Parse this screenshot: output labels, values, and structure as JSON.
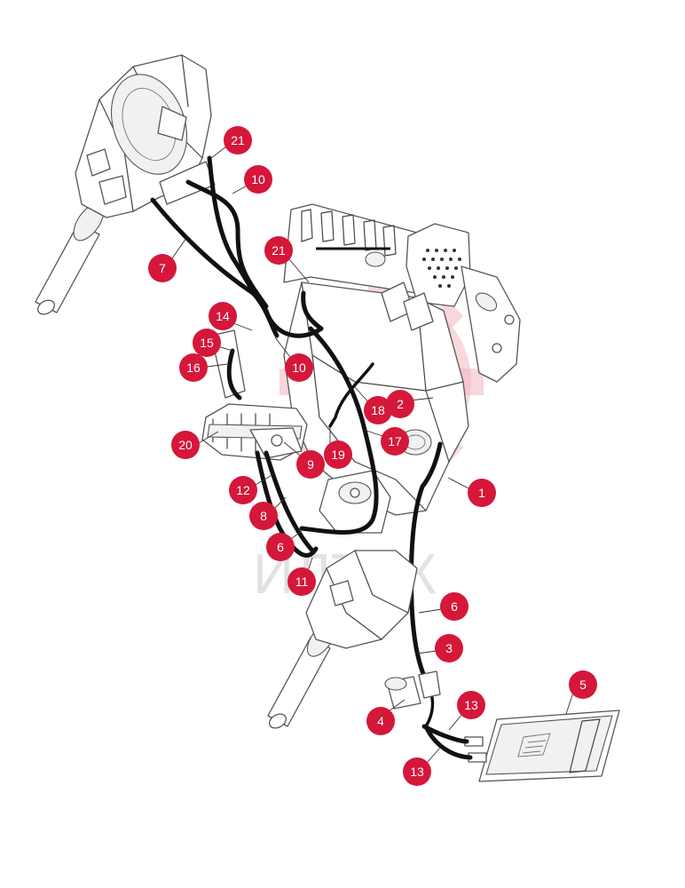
{
  "watermark": {
    "text": "ИЛТЕК",
    "color": "#d5173a"
  },
  "callout_color": "#d5173a",
  "callouts": [
    {
      "label": "21"
    },
    {
      "label": "10"
    },
    {
      "label": "7"
    },
    {
      "label": "21"
    },
    {
      "label": "14"
    },
    {
      "label": "15"
    },
    {
      "label": "16"
    },
    {
      "label": "10"
    },
    {
      "label": "2"
    },
    {
      "label": "18"
    },
    {
      "label": "20"
    },
    {
      "label": "17"
    },
    {
      "label": "9"
    },
    {
      "label": "19"
    },
    {
      "label": "1"
    },
    {
      "label": "12"
    },
    {
      "label": "8"
    },
    {
      "label": "6"
    },
    {
      "label": "11"
    },
    {
      "label": "6"
    },
    {
      "label": "3"
    },
    {
      "label": "5"
    },
    {
      "label": "13"
    },
    {
      "label": "4"
    },
    {
      "label": "13"
    }
  ]
}
